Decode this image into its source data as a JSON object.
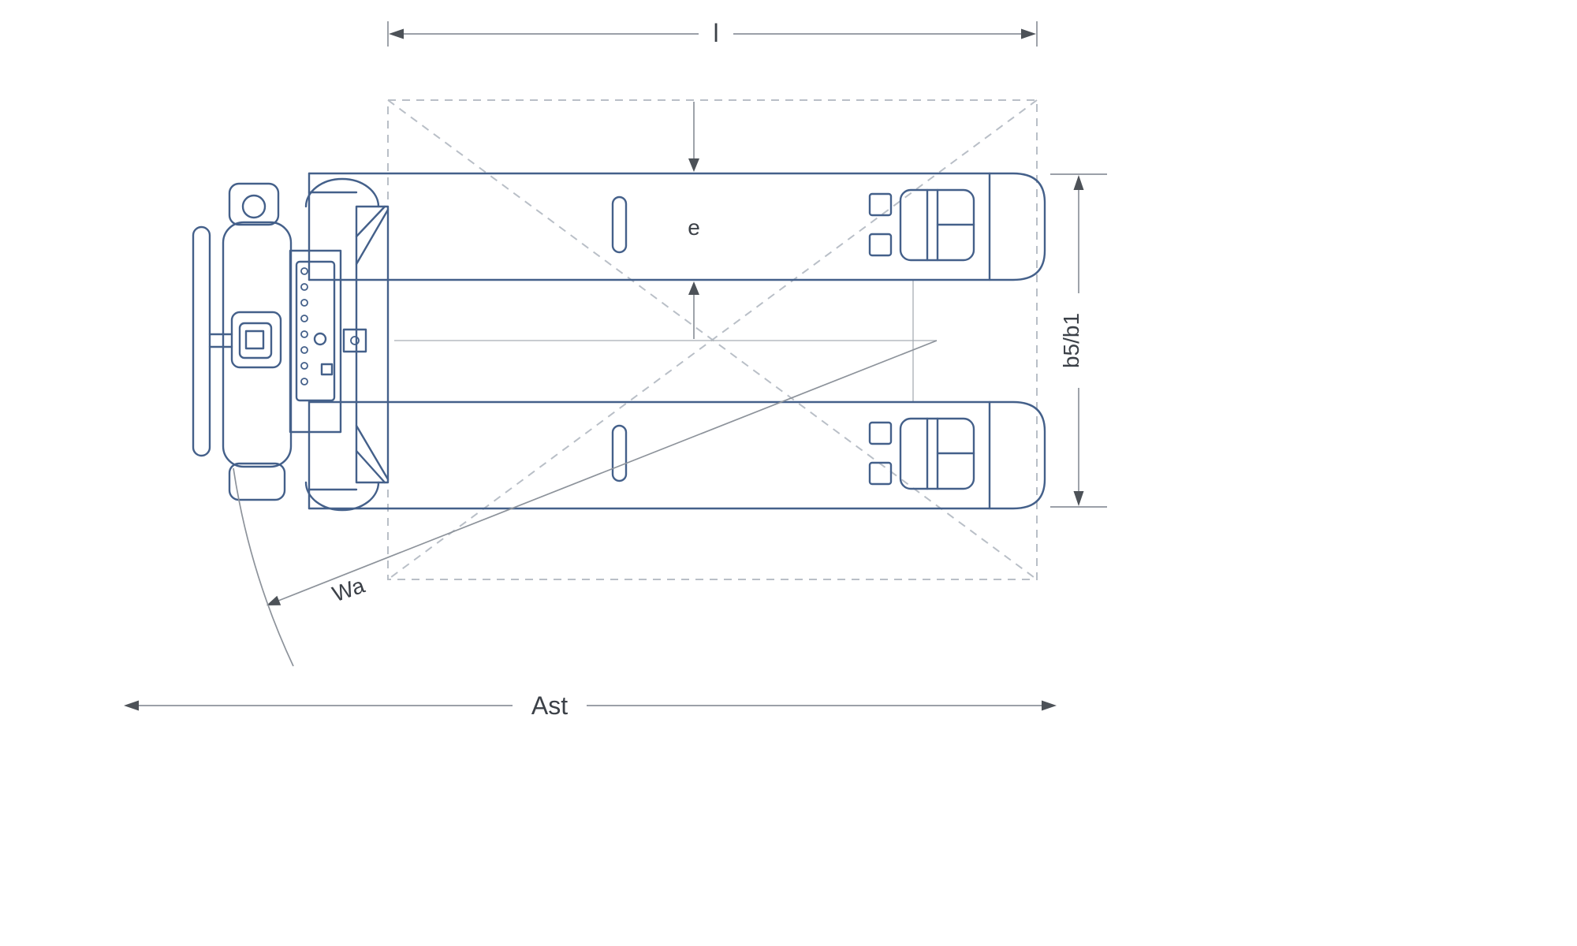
{
  "diagram": {
    "name": "Pallet truck top view dimensional drawing",
    "labels": {
      "fork_length": "l",
      "fork_width": "e",
      "overall_width": "b5/b1",
      "turning_radius": "Wa",
      "working_aisle_width": "Ast"
    },
    "colors": {
      "truck_outline": "#44608a",
      "pallet_dashed": "#b9bfc7",
      "dimension_line": "#8d939b",
      "arrow": "#4d5258",
      "label_text": "#3c4148",
      "background": "#ffffff"
    }
  }
}
